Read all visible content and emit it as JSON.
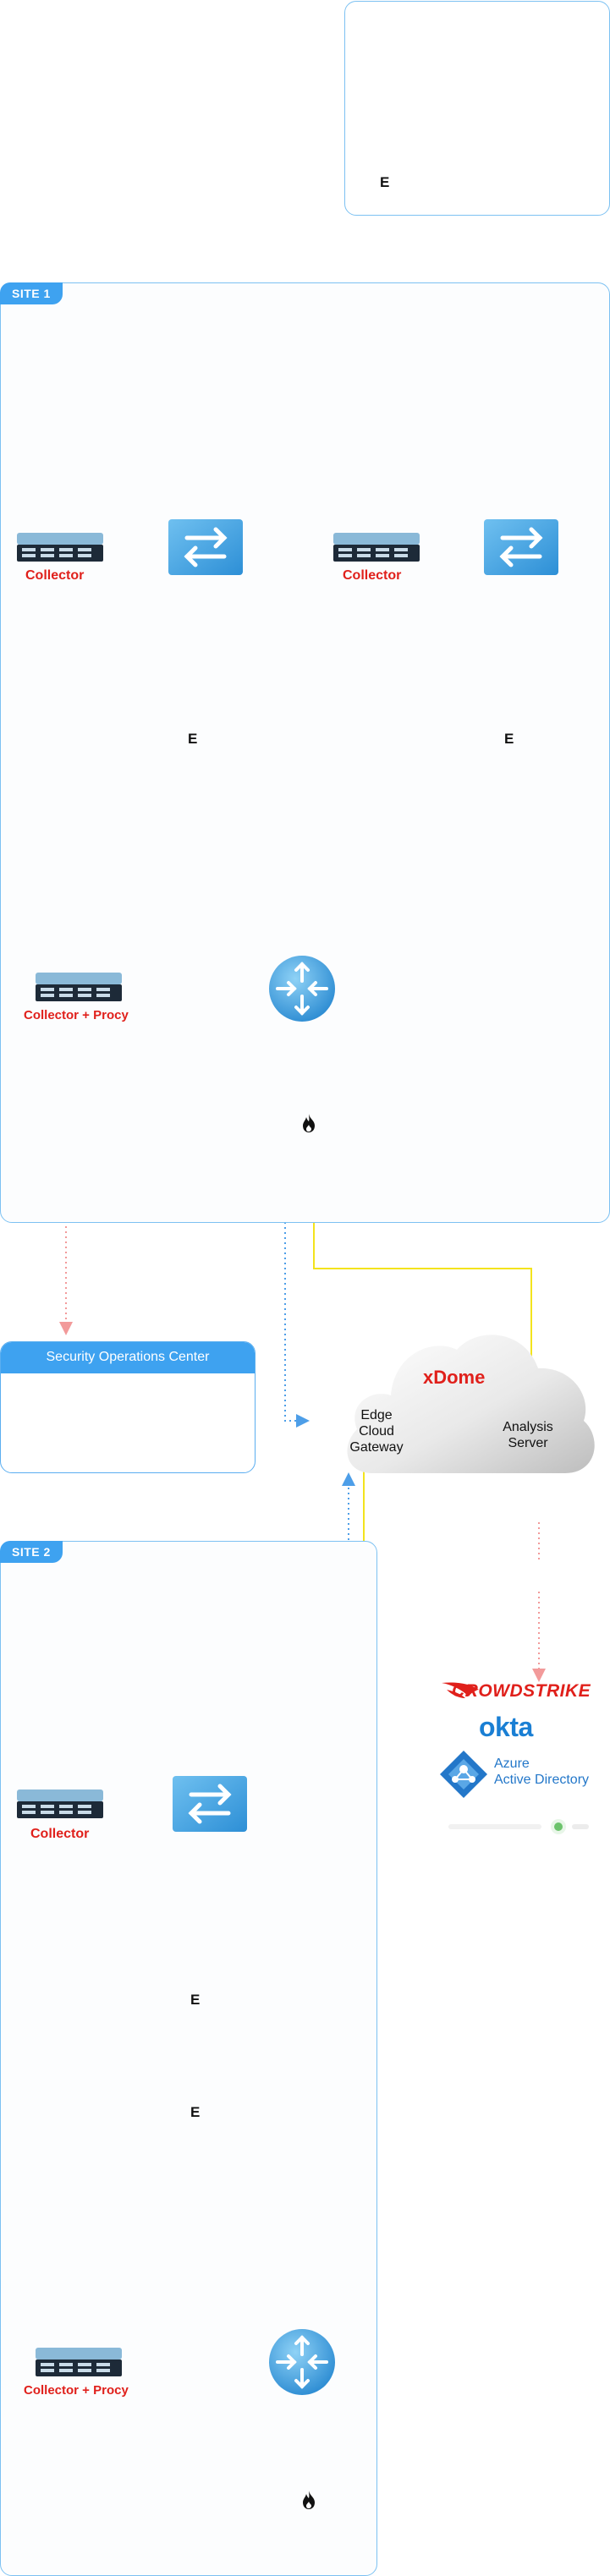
{
  "legend": {
    "entries": [
      {
        "line": "solid",
        "color": "#f3e31d"
      },
      {
        "line": "dotted",
        "color": "#f29a9a"
      },
      {
        "line": "dotted",
        "color": "#4d9ee8"
      }
    ],
    "marker": "E"
  },
  "site1": {
    "tab": "SITE 1",
    "collector1": "Collector",
    "collector2": "Collector",
    "e1": "E",
    "e2": "E",
    "collector_proxy": "Collector + Procy"
  },
  "soc": {
    "title": "Security Operations Center"
  },
  "cloud": {
    "name": "xDome",
    "gateway": "Edge\nCloud\nGateway",
    "analysis": "Analysis\nServer"
  },
  "integrations": {
    "crowdstrike": "CROWDSTRIKE",
    "okta": "okta",
    "azure_line1": "Azure",
    "azure_line2": "Active Directory"
  },
  "site2": {
    "tab": "SITE 2",
    "collector1": "Collector",
    "e1": "E",
    "e2": "E",
    "collector_proxy": "Collector + Procy"
  },
  "colors": {
    "frame_blue": "#7cc1f2",
    "tab_blue": "#3ea2f0",
    "brand_red": "#e0201b",
    "yellow_line": "#f3e31d",
    "blue_dotted": "#4d9ee8",
    "pink_dotted": "#f29a9a",
    "okta_blue": "#1a7fd4",
    "azure_blue": "#2377c9"
  }
}
